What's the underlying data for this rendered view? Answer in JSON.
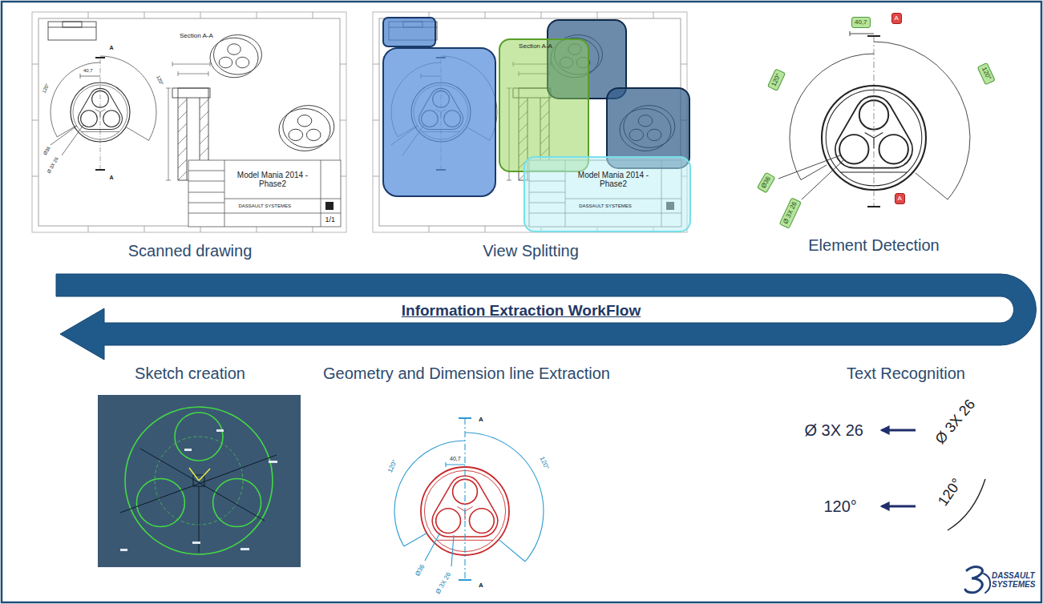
{
  "diagram": {
    "nodes": [
      {
        "text": [
          "Scanned drawing"
        ]
      },
      {
        "text": [
          "View Splitting"
        ]
      },
      {
        "text": [
          "Section A-A"
        ],
        "in": 1
      },
      {
        "text": [
          "Model Mania 2014 - Phase2",
          "DASSAULT SYSTEMES"
        ],
        "in": 1
      },
      {
        "text": [
          "Element Detection"
        ]
      },
      {
        "text": [
          "40,7"
        ],
        "in": 4
      },
      {
        "text": [
          "A"
        ],
        "in": 4
      },
      {
        "text": [
          "120°"
        ],
        "in": 4
      },
      {
        "text": [
          "120°"
        ],
        "in": 4
      },
      {
        "text": [
          "Ø36"
        ],
        "in": 4
      },
      {
        "text": [
          "Ø 3X 26"
        ],
        "in": 4
      },
      {
        "text": [
          "A"
        ],
        "in": 4
      },
      {
        "text": [
          "Information Extraction WorkFlow"
        ]
      },
      {
        "text": [
          "Sketch creation"
        ]
      },
      {
        "text": [
          "Geometry and Dimension line Extraction"
        ]
      },
      {
        "text": [
          "Text Recognition"
        ]
      }
    ],
    "labels": [
      "Section A-A",
      "Model Mania 2014 - Phase2",
      "DASSAULT SYSTEMES",
      "1/1",
      "A",
      "A",
      "120°",
      "120°",
      "Ø36",
      "Ø 3X 26",
      "40,7",
      "A",
      "40,7",
      "120°",
      "120°",
      "Ø36",
      "Ø 3X 26",
      "A",
      "Ø 3X 26",
      "Ø 3X 26",
      "120°",
      "120°",
      "DASSAULT SYSTEMES"
    ]
  }
}
